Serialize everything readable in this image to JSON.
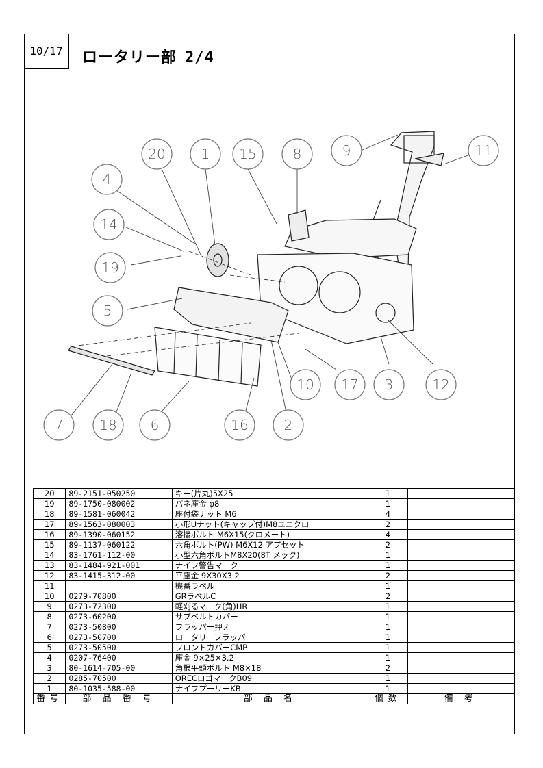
{
  "header": {
    "page_no": "10/17",
    "title": "ロータリー部",
    "title_sub": "2/4"
  },
  "callouts": [
    "20",
    "1",
    "15",
    "8",
    "9",
    "11",
    "4",
    "14",
    "19",
    "5",
    "10",
    "17",
    "3",
    "12",
    "7",
    "18",
    "6",
    "16",
    "2"
  ],
  "table": {
    "headers": {
      "no": "番号",
      "part_no": "部 品 番 号",
      "name": "部 品 名",
      "qty": "個数",
      "remarks": "備 考"
    },
    "rows": [
      {
        "no": "20",
        "part_no": "89-2151-050250",
        "name": "キー(片丸)5X25",
        "qty": "1",
        "remarks": ""
      },
      {
        "no": "19",
        "part_no": "89-1750-080002",
        "name": "バネ座金 φ8",
        "qty": "1",
        "remarks": ""
      },
      {
        "no": "18",
        "part_no": "89-1581-060042",
        "name": "座付袋ナット M6",
        "qty": "4",
        "remarks": ""
      },
      {
        "no": "17",
        "part_no": "89-1563-080003",
        "name": "小形Uナット(キャップ付)M8ユニクロ",
        "qty": "2",
        "remarks": ""
      },
      {
        "no": "16",
        "part_no": "89-1390-060152",
        "name": "溶接ボルト M6X15(クロメート)",
        "qty": "4",
        "remarks": ""
      },
      {
        "no": "15",
        "part_no": "89-1137-060122",
        "name": "六角ボルト(PW) M6X12 アプセット",
        "qty": "2",
        "remarks": ""
      },
      {
        "no": "14",
        "part_no": "83-1761-112-00",
        "name": "小型六角ボルトM8X20(8T メック)",
        "qty": "1",
        "remarks": ""
      },
      {
        "no": "13",
        "part_no": "83-1484-921-001",
        "name": "ナイフ警告マーク",
        "qty": "1",
        "remarks": ""
      },
      {
        "no": "12",
        "part_no": "83-1415-312-00",
        "name": "平座金 9X30X3.2",
        "qty": "2",
        "remarks": ""
      },
      {
        "no": "11",
        "part_no": "",
        "name": "機番ラベル",
        "qty": "1",
        "remarks": ""
      },
      {
        "no": "10",
        "part_no": "0279-70800",
        "name": "GRラベルC",
        "qty": "2",
        "remarks": ""
      },
      {
        "no": "9",
        "part_no": "0273-72300",
        "name": "軽刈るマーク(角)HR",
        "qty": "1",
        "remarks": ""
      },
      {
        "no": "8",
        "part_no": "0273-60200",
        "name": "サブベルトカバー",
        "qty": "1",
        "remarks": ""
      },
      {
        "no": "7",
        "part_no": "0273-50800",
        "name": "フラッパー押え",
        "qty": "1",
        "remarks": ""
      },
      {
        "no": "6",
        "part_no": "0273-50700",
        "name": "ロータリーフラッパー",
        "qty": "1",
        "remarks": ""
      },
      {
        "no": "5",
        "part_no": "0273-50500",
        "name": "フロントカバーCMP",
        "qty": "1",
        "remarks": ""
      },
      {
        "no": "4",
        "part_no": "0207-76400",
        "name": "座金 9×25×3.2",
        "qty": "1",
        "remarks": ""
      },
      {
        "no": "3",
        "part_no": "80-1614-705-00",
        "name": "角根平頭ボルト M8×18",
        "qty": "2",
        "remarks": ""
      },
      {
        "no": "2",
        "part_no": "0285-70500",
        "name": "ORECロゴマークB09",
        "qty": "1",
        "remarks": ""
      },
      {
        "no": "1",
        "part_no": "80-1035-588-00",
        "name": "ナイフプーリーKB",
        "qty": "1",
        "remarks": ""
      }
    ]
  }
}
